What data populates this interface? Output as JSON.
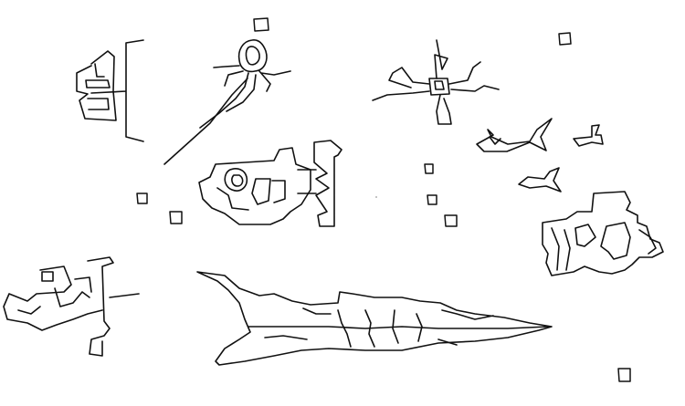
{
  "image": {
    "kind": "line-drawing",
    "ink_color": "#111111",
    "paper_color": "#ffffff",
    "objects": [
      "spaceship-left-top",
      "squid-creature",
      "spiky-creature",
      "small-fish-1",
      "small-fish-2",
      "small-fish-3",
      "mech-center",
      "mech-right",
      "spaceship-left-bottom",
      "long-fish",
      "debris-squares"
    ]
  }
}
